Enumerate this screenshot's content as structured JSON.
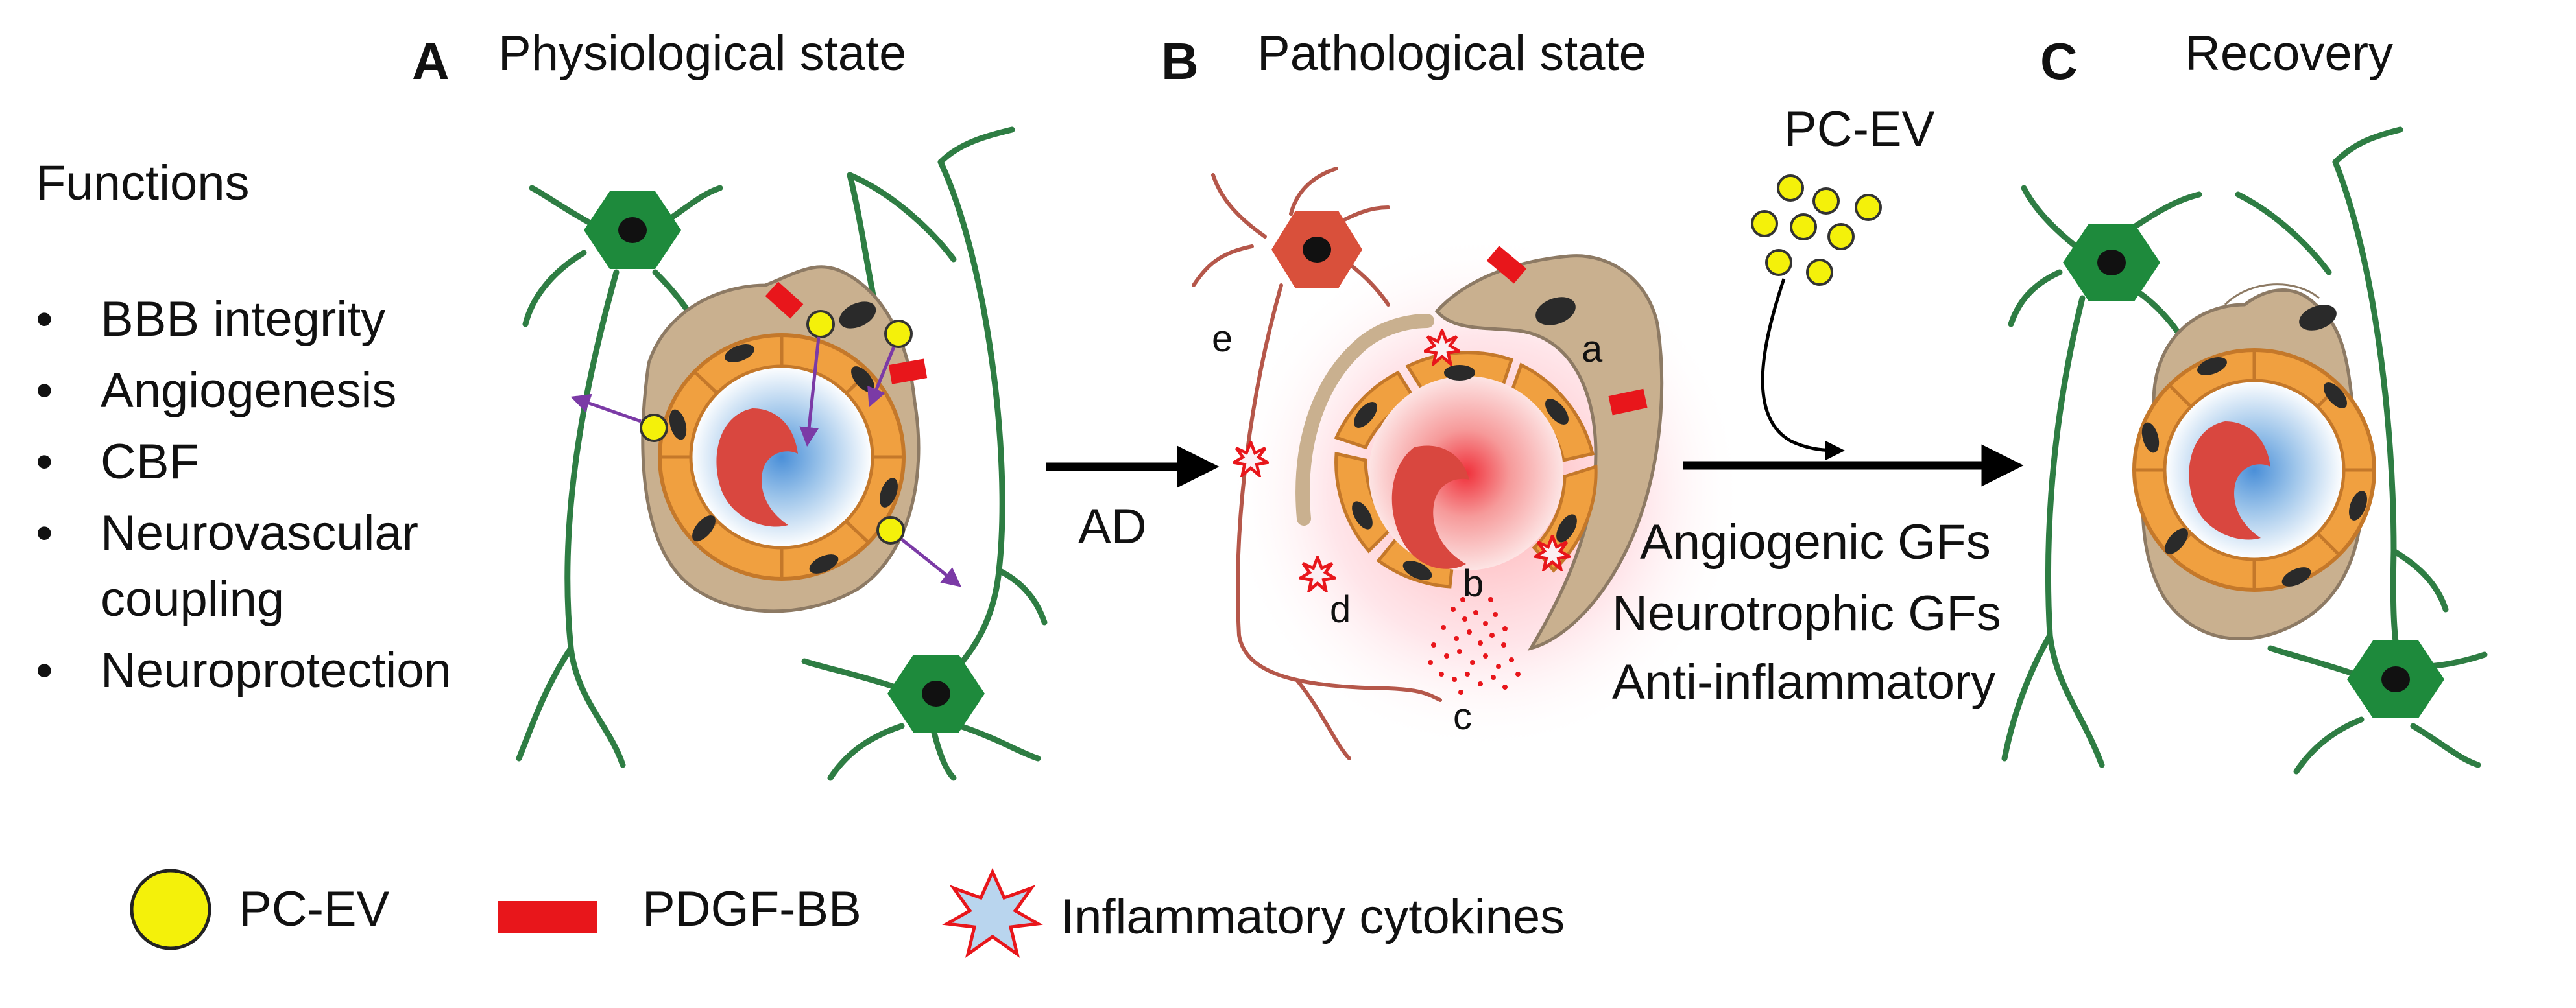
{
  "panels": [
    {
      "letter": "A",
      "title": "Physiological state"
    },
    {
      "letter": "B",
      "title": "Pathological state"
    },
    {
      "letter": "C",
      "title": "Recovery"
    }
  ],
  "functions": {
    "heading": "Functions",
    "bullet": "•",
    "items": [
      "BBB integrity",
      "Angiogenesis",
      "CBF",
      "Neurovascular",
      "coupling",
      "Neuroprotection"
    ]
  },
  "transition": {
    "label": "AD"
  },
  "treatment": {
    "label": "PC-EV",
    "effects": [
      "Angiogenic GFs",
      "Neurotrophic GFs",
      "Anti-inflammatory"
    ]
  },
  "markers": {
    "a": "a",
    "b": "b",
    "c": "c",
    "d": "d",
    "e": "e"
  },
  "legend": [
    {
      "symbol": "yellow-circle",
      "label": "PC-EV"
    },
    {
      "symbol": "red-rectangle",
      "label": "PDGF-BB"
    },
    {
      "symbol": "starburst",
      "label": "Inflammatory cytokines"
    }
  ],
  "colors": {
    "astrocyte": "#1e8a3c",
    "astrocyte_process": "#2e7d43",
    "neuron_pathological": "#d9503b",
    "neuron_process": "#b5574a",
    "pericyte": "#c9b08f",
    "endothelium": "#f0a040",
    "lumen_healthy": "#9cc4ea",
    "lumen_inflamed": "#f26a6a",
    "red_blood_cell": "#d9473f",
    "pc_ev": "#f4f10a",
    "pdgf_bb": "#e8161b",
    "cytokine": "#e8161b",
    "arrow": "#7b3aa6"
  }
}
